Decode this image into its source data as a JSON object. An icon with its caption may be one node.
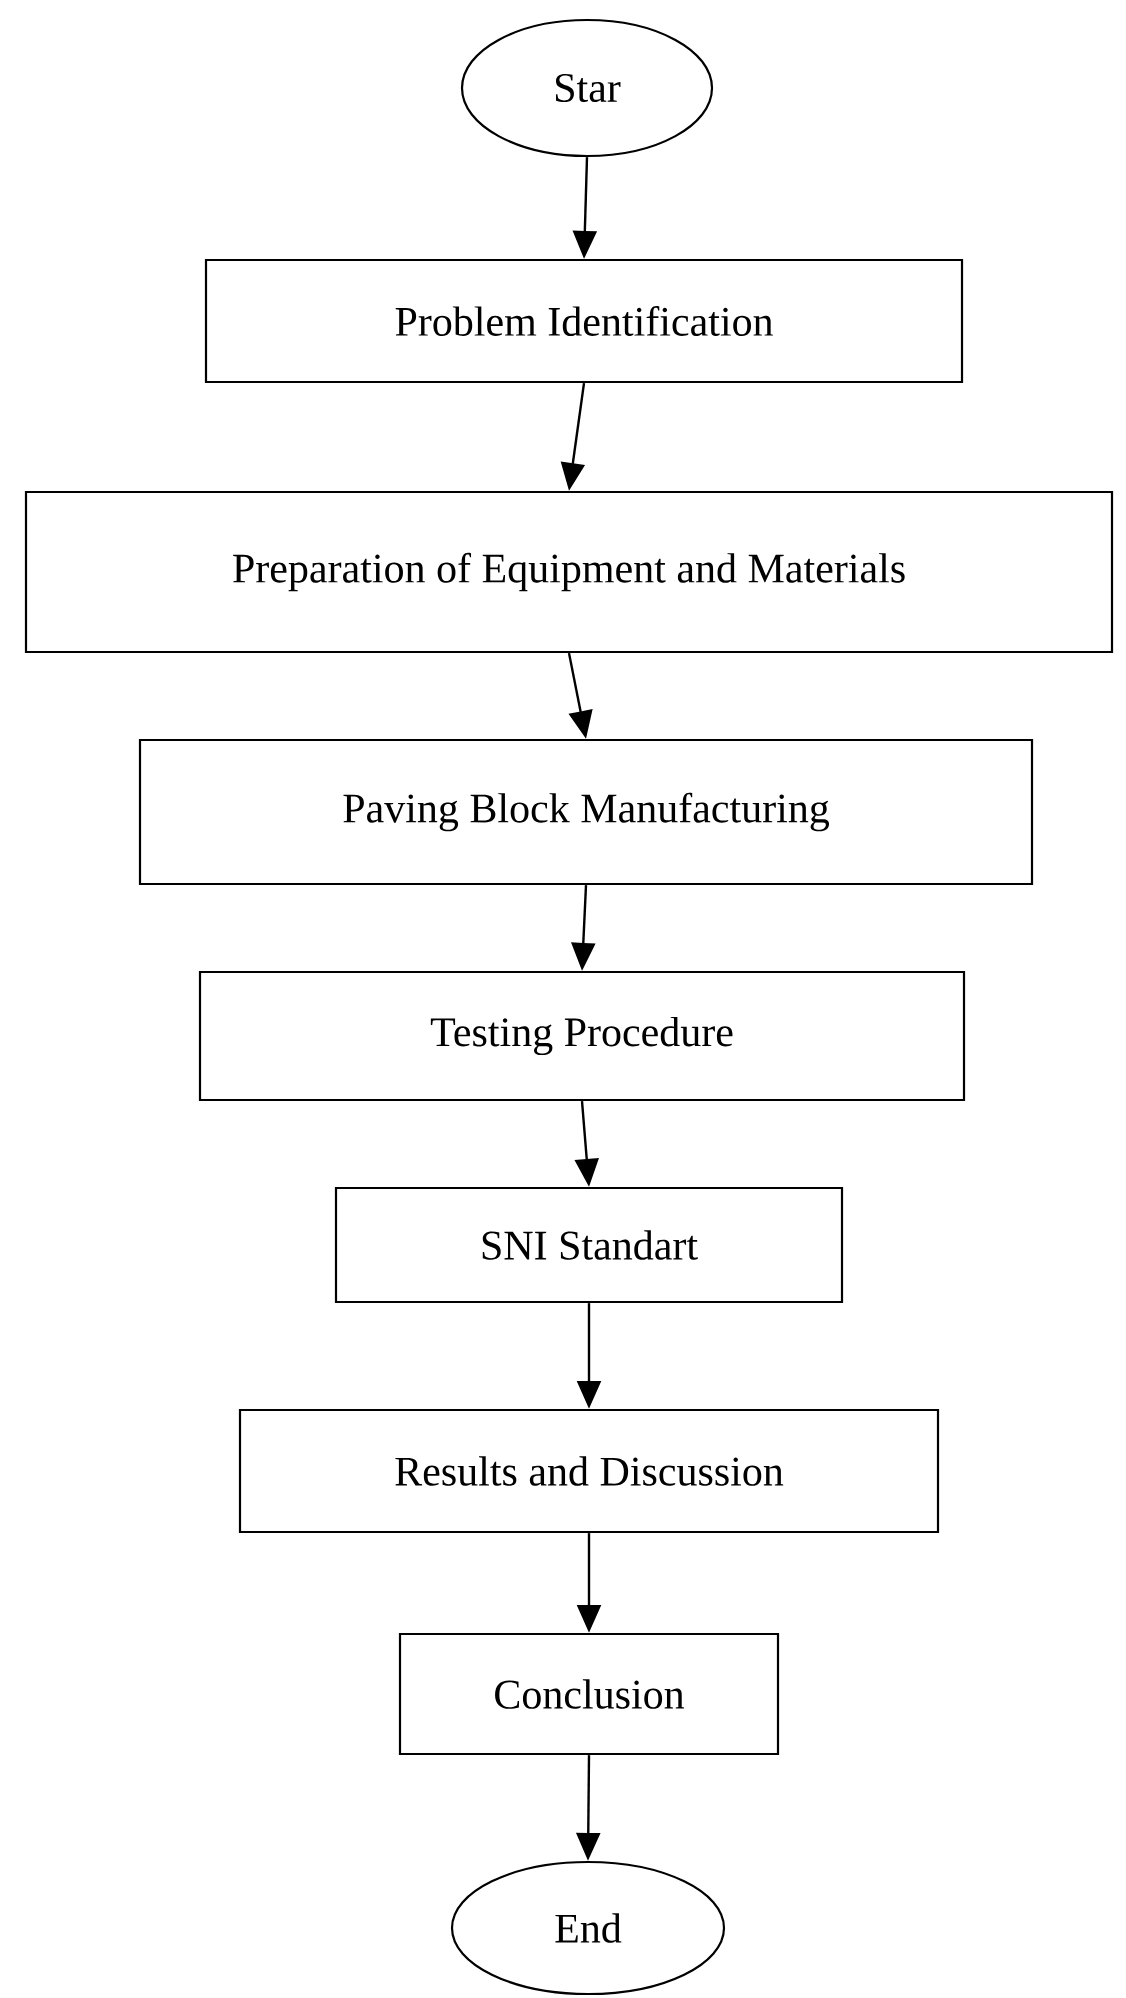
{
  "diagram": {
    "nodes": [
      {
        "text": [
          "Star"
        ]
      },
      {
        "text": [
          "Problem Identification"
        ]
      },
      {
        "text": [
          "Preparation of Equipment and Materials"
        ]
      },
      {
        "text": [
          "Paving Block Manufacturing"
        ]
      },
      {
        "text": [
          "Testing Procedure"
        ]
      },
      {
        "text": [
          "SNI Standart"
        ]
      },
      {
        "text": [
          "Results and Discussion"
        ]
      },
      {
        "text": [
          "Conclusion"
        ]
      },
      {
        "text": [
          "End"
        ]
      }
    ],
    "edges": [
      {
        "from": 0,
        "to": 1,
        "arrow": "to"
      },
      {
        "from": 1,
        "to": 2,
        "arrow": "to"
      },
      {
        "from": 2,
        "to": 3,
        "arrow": "to"
      },
      {
        "from": 3,
        "to": 4,
        "arrow": "to"
      },
      {
        "from": 4,
        "to": 5,
        "arrow": "to"
      },
      {
        "from": 5,
        "to": 6,
        "arrow": "to"
      },
      {
        "from": 6,
        "to": 7,
        "arrow": "to"
      },
      {
        "from": 7,
        "to": 8,
        "arrow": "to"
      }
    ]
  }
}
